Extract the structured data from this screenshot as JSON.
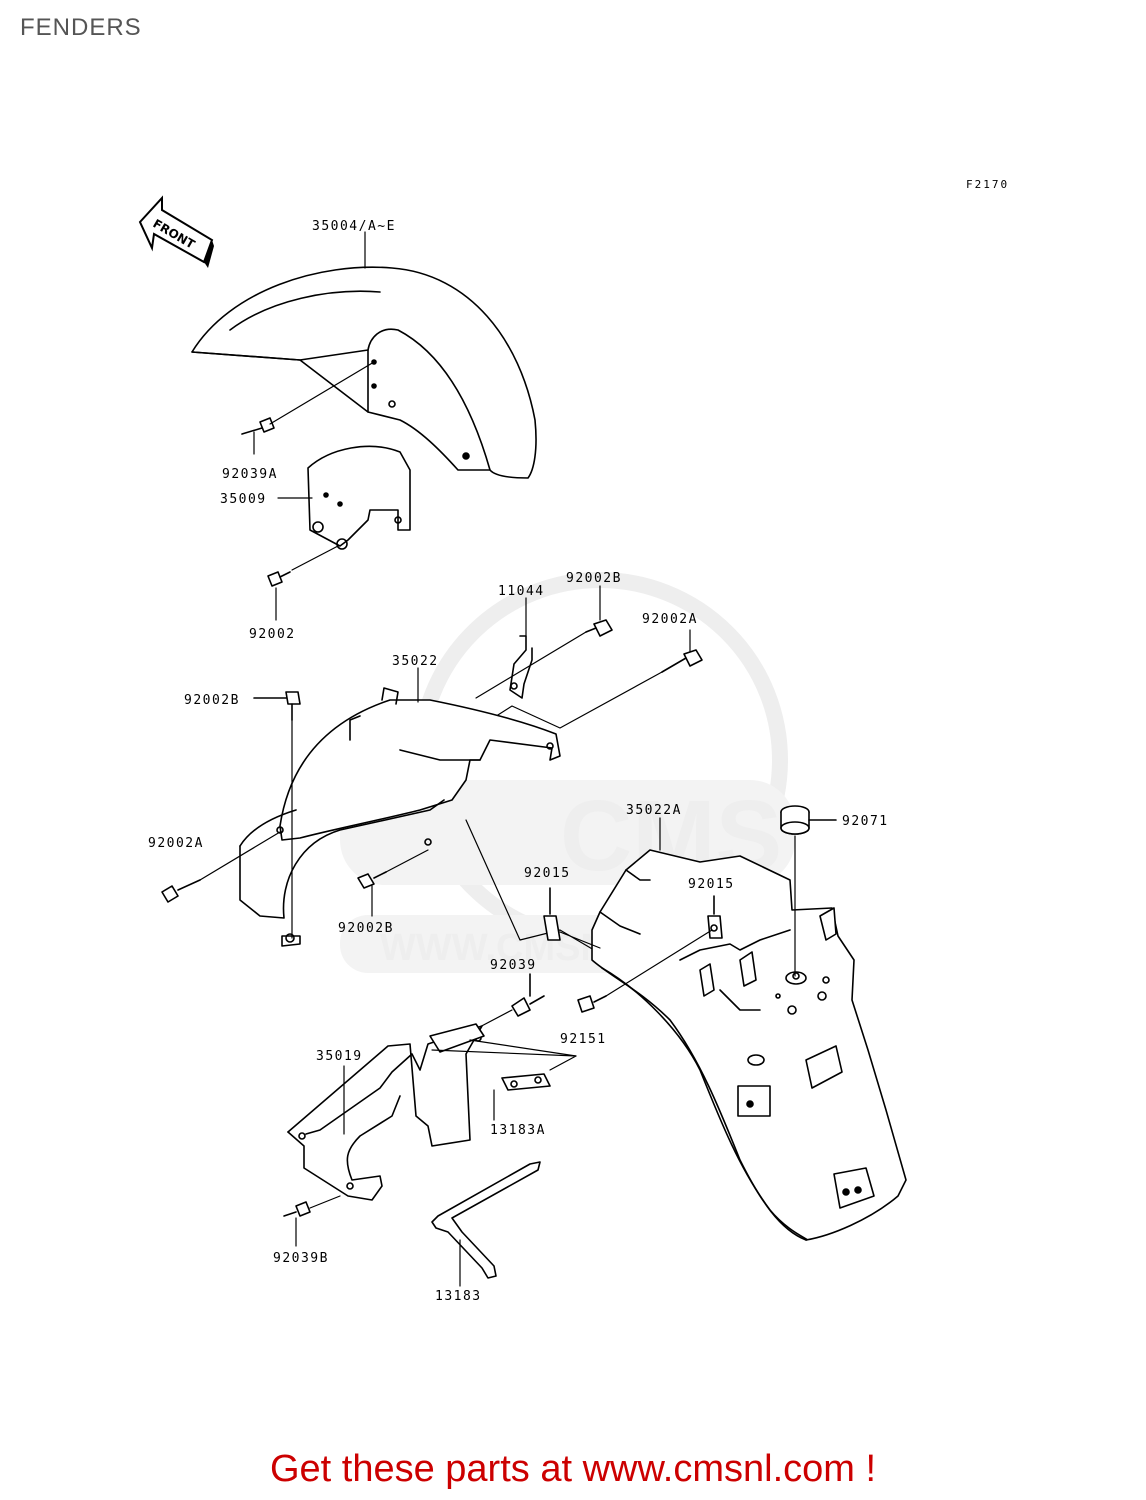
{
  "page": {
    "title": "FENDERS",
    "figure_code": "F2170"
  },
  "watermark": {
    "brand": "CMS",
    "url": "WWW.CMSNL.COM"
  },
  "front_indicator": {
    "label": "FRONT",
    "icon": "front-direction-arrow-icon"
  },
  "parts": [
    {
      "id": "p-35004",
      "label": "35004/A~E"
    },
    {
      "id": "p-92039A",
      "label": "92039A"
    },
    {
      "id": "p-35009",
      "label": "35009"
    },
    {
      "id": "p-92002-a",
      "label": "92002"
    },
    {
      "id": "p-11044",
      "label": "11044"
    },
    {
      "id": "p-92002B-top",
      "label": "92002B"
    },
    {
      "id": "p-92002A-top",
      "label": "92002A"
    },
    {
      "id": "p-35022",
      "label": "35022"
    },
    {
      "id": "p-92002B-left",
      "label": "92002B"
    },
    {
      "id": "p-92002A-left",
      "label": "92002A"
    },
    {
      "id": "p-92002B-mid",
      "label": "92002B"
    },
    {
      "id": "p-35022A",
      "label": "35022A"
    },
    {
      "id": "p-92071",
      "label": "92071"
    },
    {
      "id": "p-92015-a",
      "label": "92015"
    },
    {
      "id": "p-92015-b",
      "label": "92015"
    },
    {
      "id": "p-92039",
      "label": "92039"
    },
    {
      "id": "p-92151",
      "label": "92151"
    },
    {
      "id": "p-35019",
      "label": "35019"
    },
    {
      "id": "p-13183A",
      "label": "13183A"
    },
    {
      "id": "p-92039B",
      "label": "92039B"
    },
    {
      "id": "p-13183",
      "label": "13183"
    }
  ],
  "footer": {
    "text": "Get these parts at www.cmsnl.com !",
    "color": "#cc0000"
  }
}
